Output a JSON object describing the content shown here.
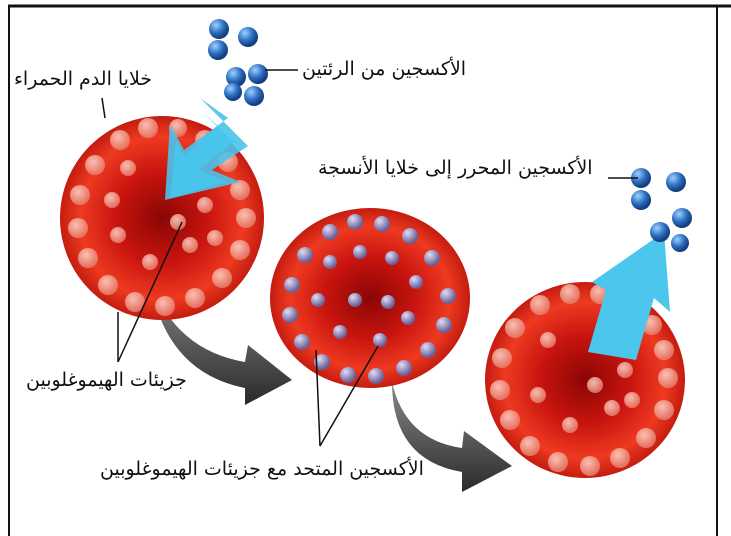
{
  "labels": {
    "red_blood_cells": "خلايا الدم الحمراء",
    "oxygen_from_lungs": "الأكسجين من الرئتين",
    "oxygen_released": "الأكسجين المحرر إلى خلايا الأنسجة",
    "hemoglobin": "جزيئات الهيموغلوبين",
    "oxygen_bound": "الأكسجين المتحد مع جزيئات الهيموغلوبين"
  },
  "colors": {
    "cell_outer": "#e8321c",
    "cell_inner": "#a80c08",
    "hemoglobin": "#f2a08e",
    "oxygen": "#2a6fc0",
    "arrow_blue": "#4cc6ec",
    "arrow_gray": "#555555"
  },
  "icons": {
    "cell": "red-blood-cell-icon",
    "oxygen": "oxygen-molecule-icon",
    "arrow": "arrow-icon"
  }
}
